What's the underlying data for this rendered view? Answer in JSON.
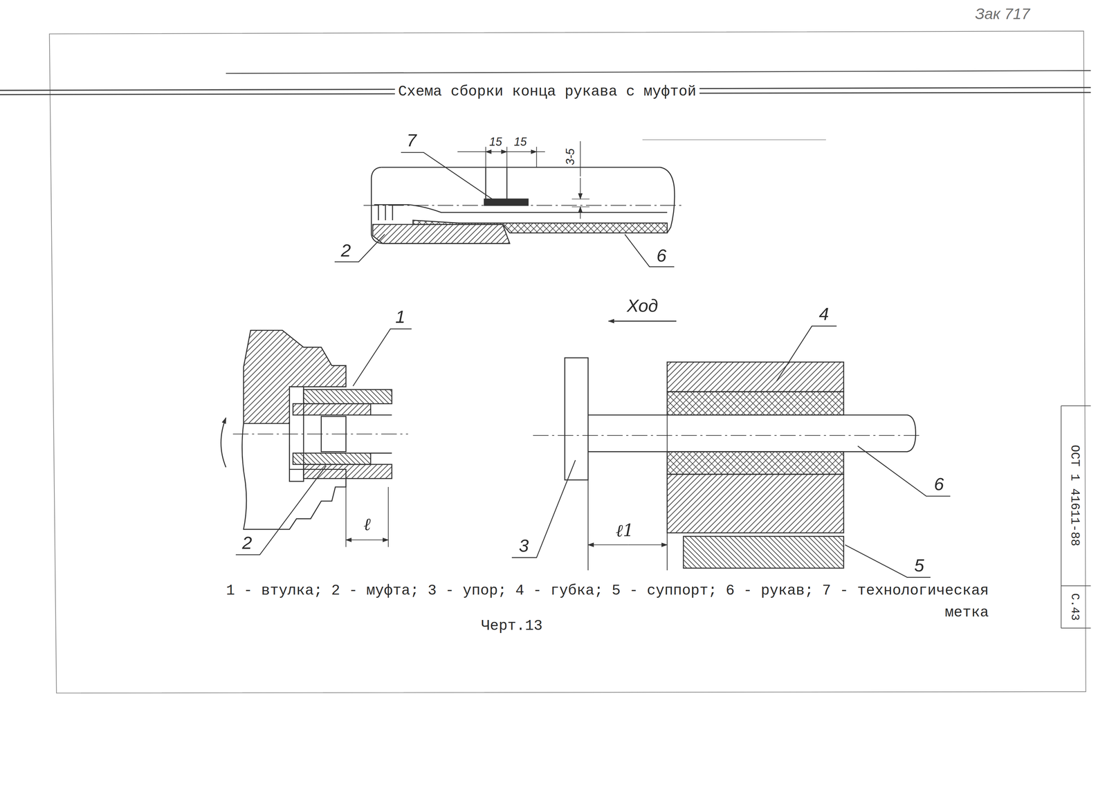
{
  "diagram": {
    "title": "Схема сборки конца рукава с муфтой",
    "caption": "Черт.13",
    "labels": [
      "Зак 717",
      "15",
      "15",
      "3-5",
      "7",
      "2",
      "6",
      "Ход",
      "1",
      "4",
      "2",
      "ℓ",
      "3",
      "ℓ1",
      "6",
      "5",
      "1 - втулка; 2 - муфта; 3 - упор; 4 - губка; 5 - суппорт; 6 - рукав; 7 - технологическая метка",
      "ОСТ 1 41611-88",
      "С.43"
    ]
  }
}
